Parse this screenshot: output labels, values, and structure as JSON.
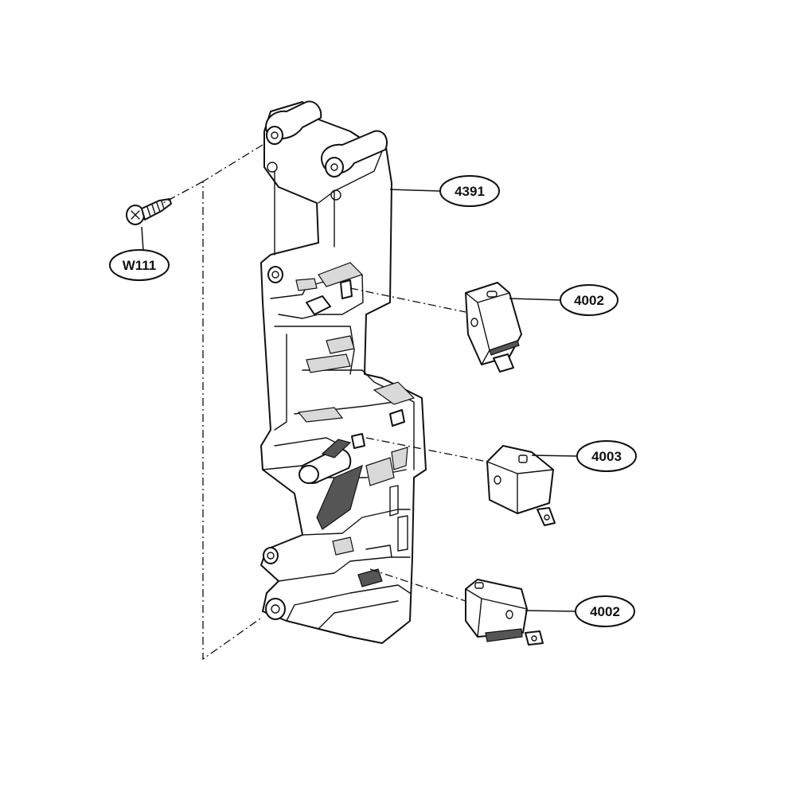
{
  "callouts": [
    {
      "id": "bracket",
      "label": "4391"
    },
    {
      "id": "switch-upper",
      "label": "4002"
    },
    {
      "id": "switch-middle",
      "label": "4003"
    },
    {
      "id": "switch-lower",
      "label": "4002"
    },
    {
      "id": "screw",
      "label": "W111"
    }
  ]
}
